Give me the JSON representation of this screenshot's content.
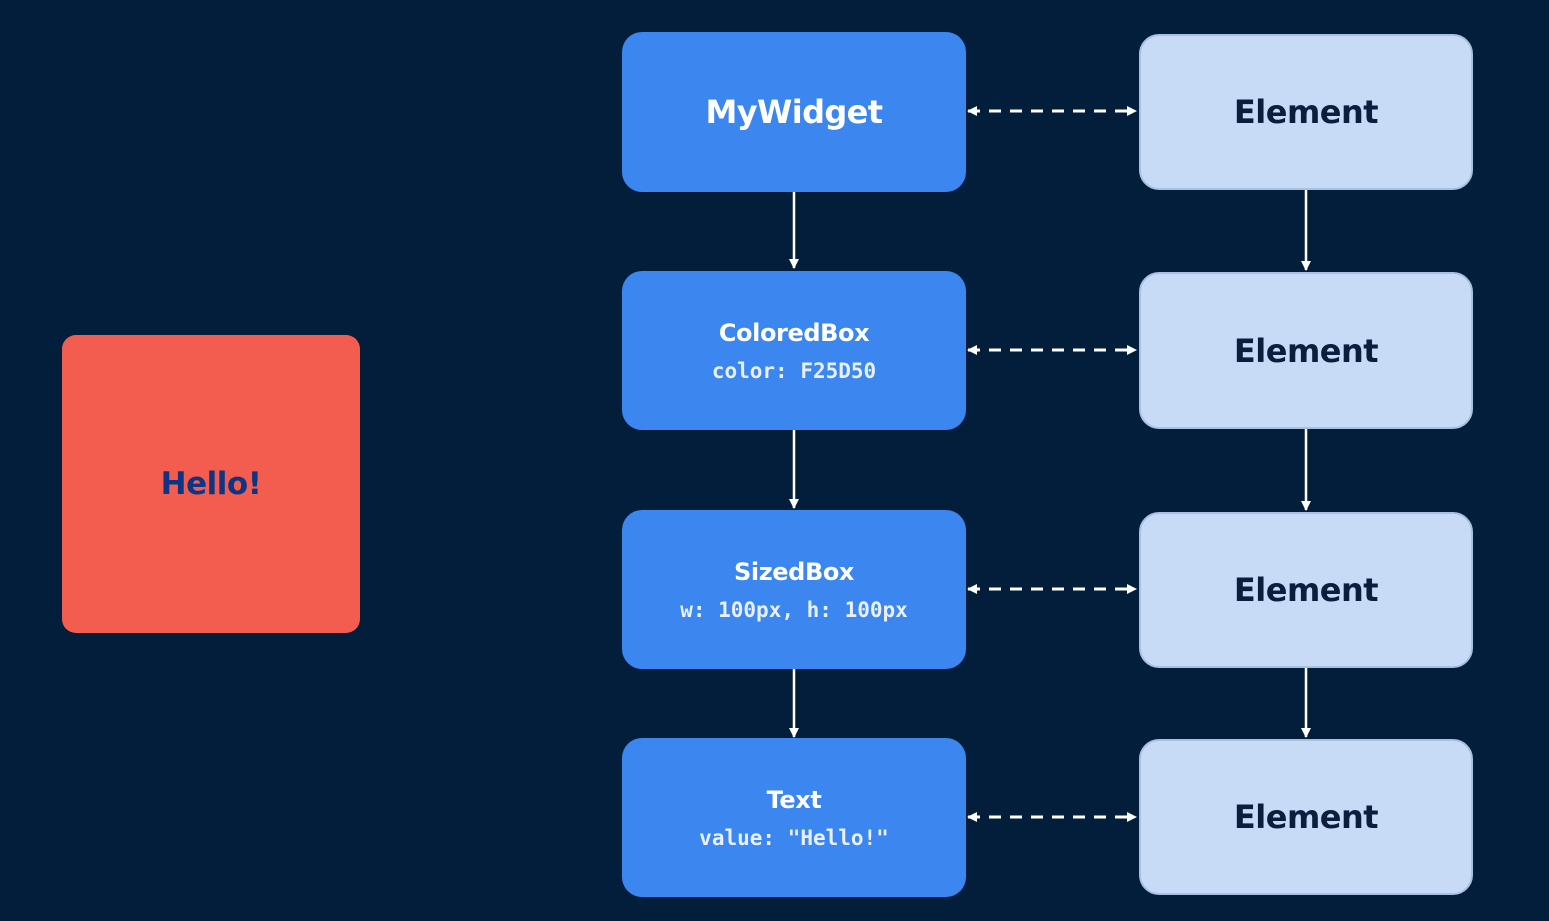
{
  "preview": {
    "text": "Hello!"
  },
  "widgets": [
    {
      "title": "MyWidget",
      "prop": ""
    },
    {
      "title": "ColoredBox",
      "prop": "color: F25D50"
    },
    {
      "title": "SizedBox",
      "prop": "w: 100px, h: 100px"
    },
    {
      "title": "Text",
      "prop": "value: \"Hello!\""
    }
  ],
  "elements": [
    {
      "label": "Element"
    },
    {
      "label": "Element"
    },
    {
      "label": "Element"
    },
    {
      "label": "Element"
    }
  ],
  "colors": {
    "background": "#021e3b",
    "preview_fill": "#f25d50",
    "preview_text": "#0d3584",
    "widget_fill": "#3b86ef",
    "element_fill": "#c7dbf6",
    "connector": "#ffffff"
  }
}
